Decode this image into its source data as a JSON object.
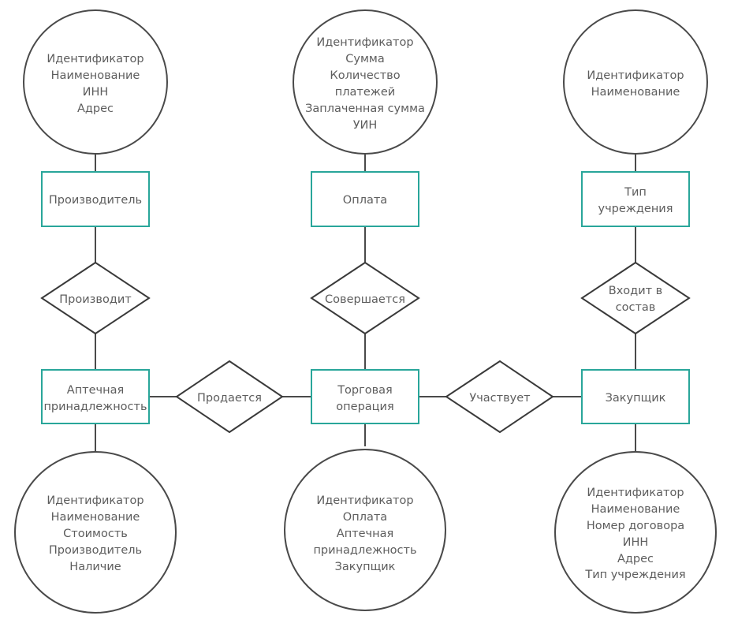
{
  "entities": {
    "manufacturer": "Производитель",
    "payment": "Оплата",
    "institution_type": [
      "Тип",
      "учреждения"
    ],
    "pharmacy_item": [
      "Аптечная",
      "принадлежность"
    ],
    "trade_operation": [
      "Торговая",
      "операция"
    ],
    "purchaser": "Закупщик"
  },
  "relationships": {
    "produces": "Производит",
    "performed": "Совершается",
    "part_of": [
      "Входит в",
      "состав"
    ],
    "sold": "Продается",
    "participates": "Участвует"
  },
  "attributes": {
    "manufacturer": [
      "Идентификатор",
      "Наименование",
      "ИНН",
      "Адрес"
    ],
    "payment": [
      "Идентификатор",
      "Сумма",
      "Количество",
      "платежей",
      "Заплаченная сумма",
      "УИН"
    ],
    "institution_type": [
      "Идентификатор",
      "Наименование"
    ],
    "pharmacy_item": [
      "Идентификатор",
      "Наименование",
      "Стоимость",
      "Производитель",
      "Наличие"
    ],
    "trade_operation": [
      "Идентификатор",
      "Оплата",
      "Аптечная",
      "принадлежность",
      "Закупщик"
    ],
    "purchaser": [
      "Идентификатор",
      "Наименование",
      "Номер договора",
      "ИНН",
      "Адрес",
      "Тип учреждения"
    ]
  },
  "colors": {
    "entity_border": "#29a69a",
    "shape_border": "#4a4a4a",
    "text": "#5d5d5d"
  }
}
